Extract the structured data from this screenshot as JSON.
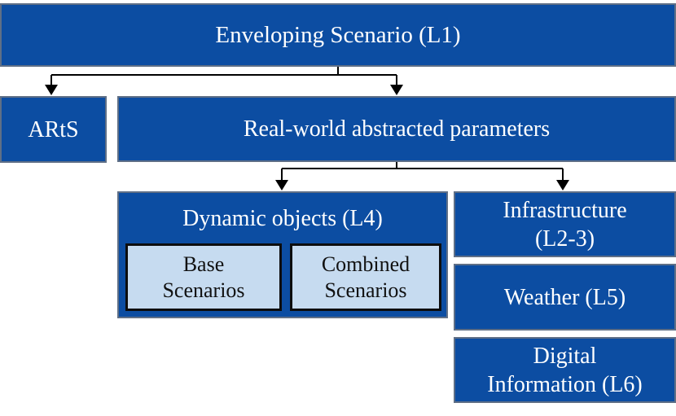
{
  "root": {
    "label": "Enveloping Scenario (L1)"
  },
  "arts": {
    "label": "ARtS"
  },
  "real_world": {
    "label": "Real-world abstracted parameters"
  },
  "dynamic": {
    "label": "Dynamic objects (L4)",
    "base_label": "Base\nScenarios",
    "combined_label": "Combined\nScenarios"
  },
  "infrastructure": {
    "label": "Infrastructure\n(L2-3)"
  },
  "weather": {
    "label": "Weather (L5)"
  },
  "digital": {
    "label": "Digital\nInformation (L6)"
  },
  "colors": {
    "box_fill": "#0c4da2",
    "inner_fill": "#c6dbf0",
    "connector": "#000000"
  }
}
